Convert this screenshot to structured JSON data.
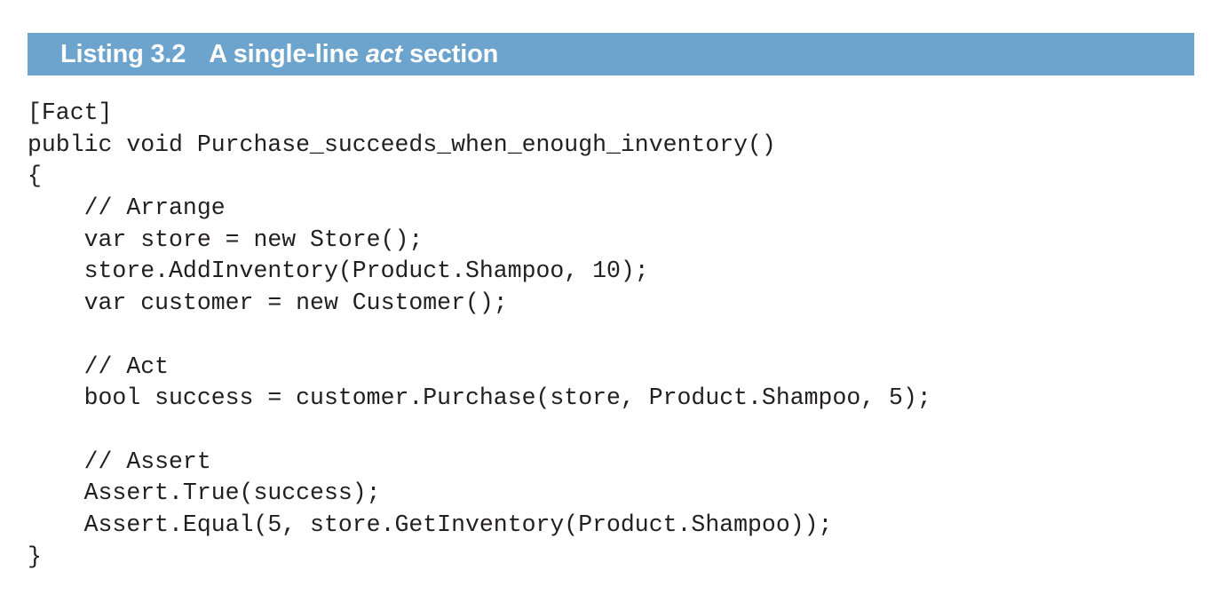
{
  "listing": {
    "caption": {
      "label": "Listing 3.2",
      "title_before_em": "A single-line ",
      "em": "act",
      "title_after_em": " section",
      "bar_color": "#6da4ce",
      "text_color": "#ffffff"
    },
    "code": {
      "language": "csharp",
      "text_color": "#231f20",
      "background_color": "#ffffff",
      "lines": [
        "[Fact]",
        "public void Purchase_succeeds_when_enough_inventory()",
        "{",
        "    // Arrange",
        "    var store = new Store();",
        "    store.AddInventory(Product.Shampoo, 10);",
        "    var customer = new Customer();",
        "",
        "    // Act",
        "    bool success = customer.Purchase(store, Product.Shampoo, 5);",
        "",
        "    // Assert",
        "    Assert.True(success);",
        "    Assert.Equal(5, store.GetInventory(Product.Shampoo));",
        "}"
      ]
    }
  }
}
